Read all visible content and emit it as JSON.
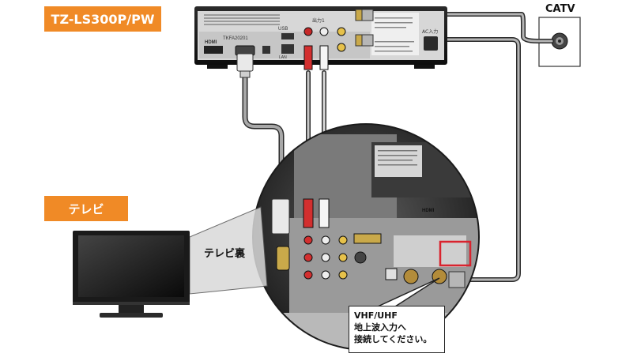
{
  "labels": {
    "model": "TZ-LS300P/PW",
    "catv": "CATV",
    "tv": "テレビ",
    "tv_back": "テレビ裏"
  },
  "device_panel": {
    "serial": "TKFA20201",
    "usb": "USB",
    "lan": "LAN",
    "hdmi": "HDMI",
    "output": "出力1",
    "ac": "AC入力"
  },
  "tv_back_panel": {
    "hdmi": "HDMI"
  },
  "callout": {
    "line1": "VHF/UHF",
    "line2": "地上波入力へ",
    "line3": "接続してください。"
  },
  "colors": {
    "label_bg": "#f08a26",
    "highlight": "#d9232e",
    "cable": "#8a8a8a"
  }
}
